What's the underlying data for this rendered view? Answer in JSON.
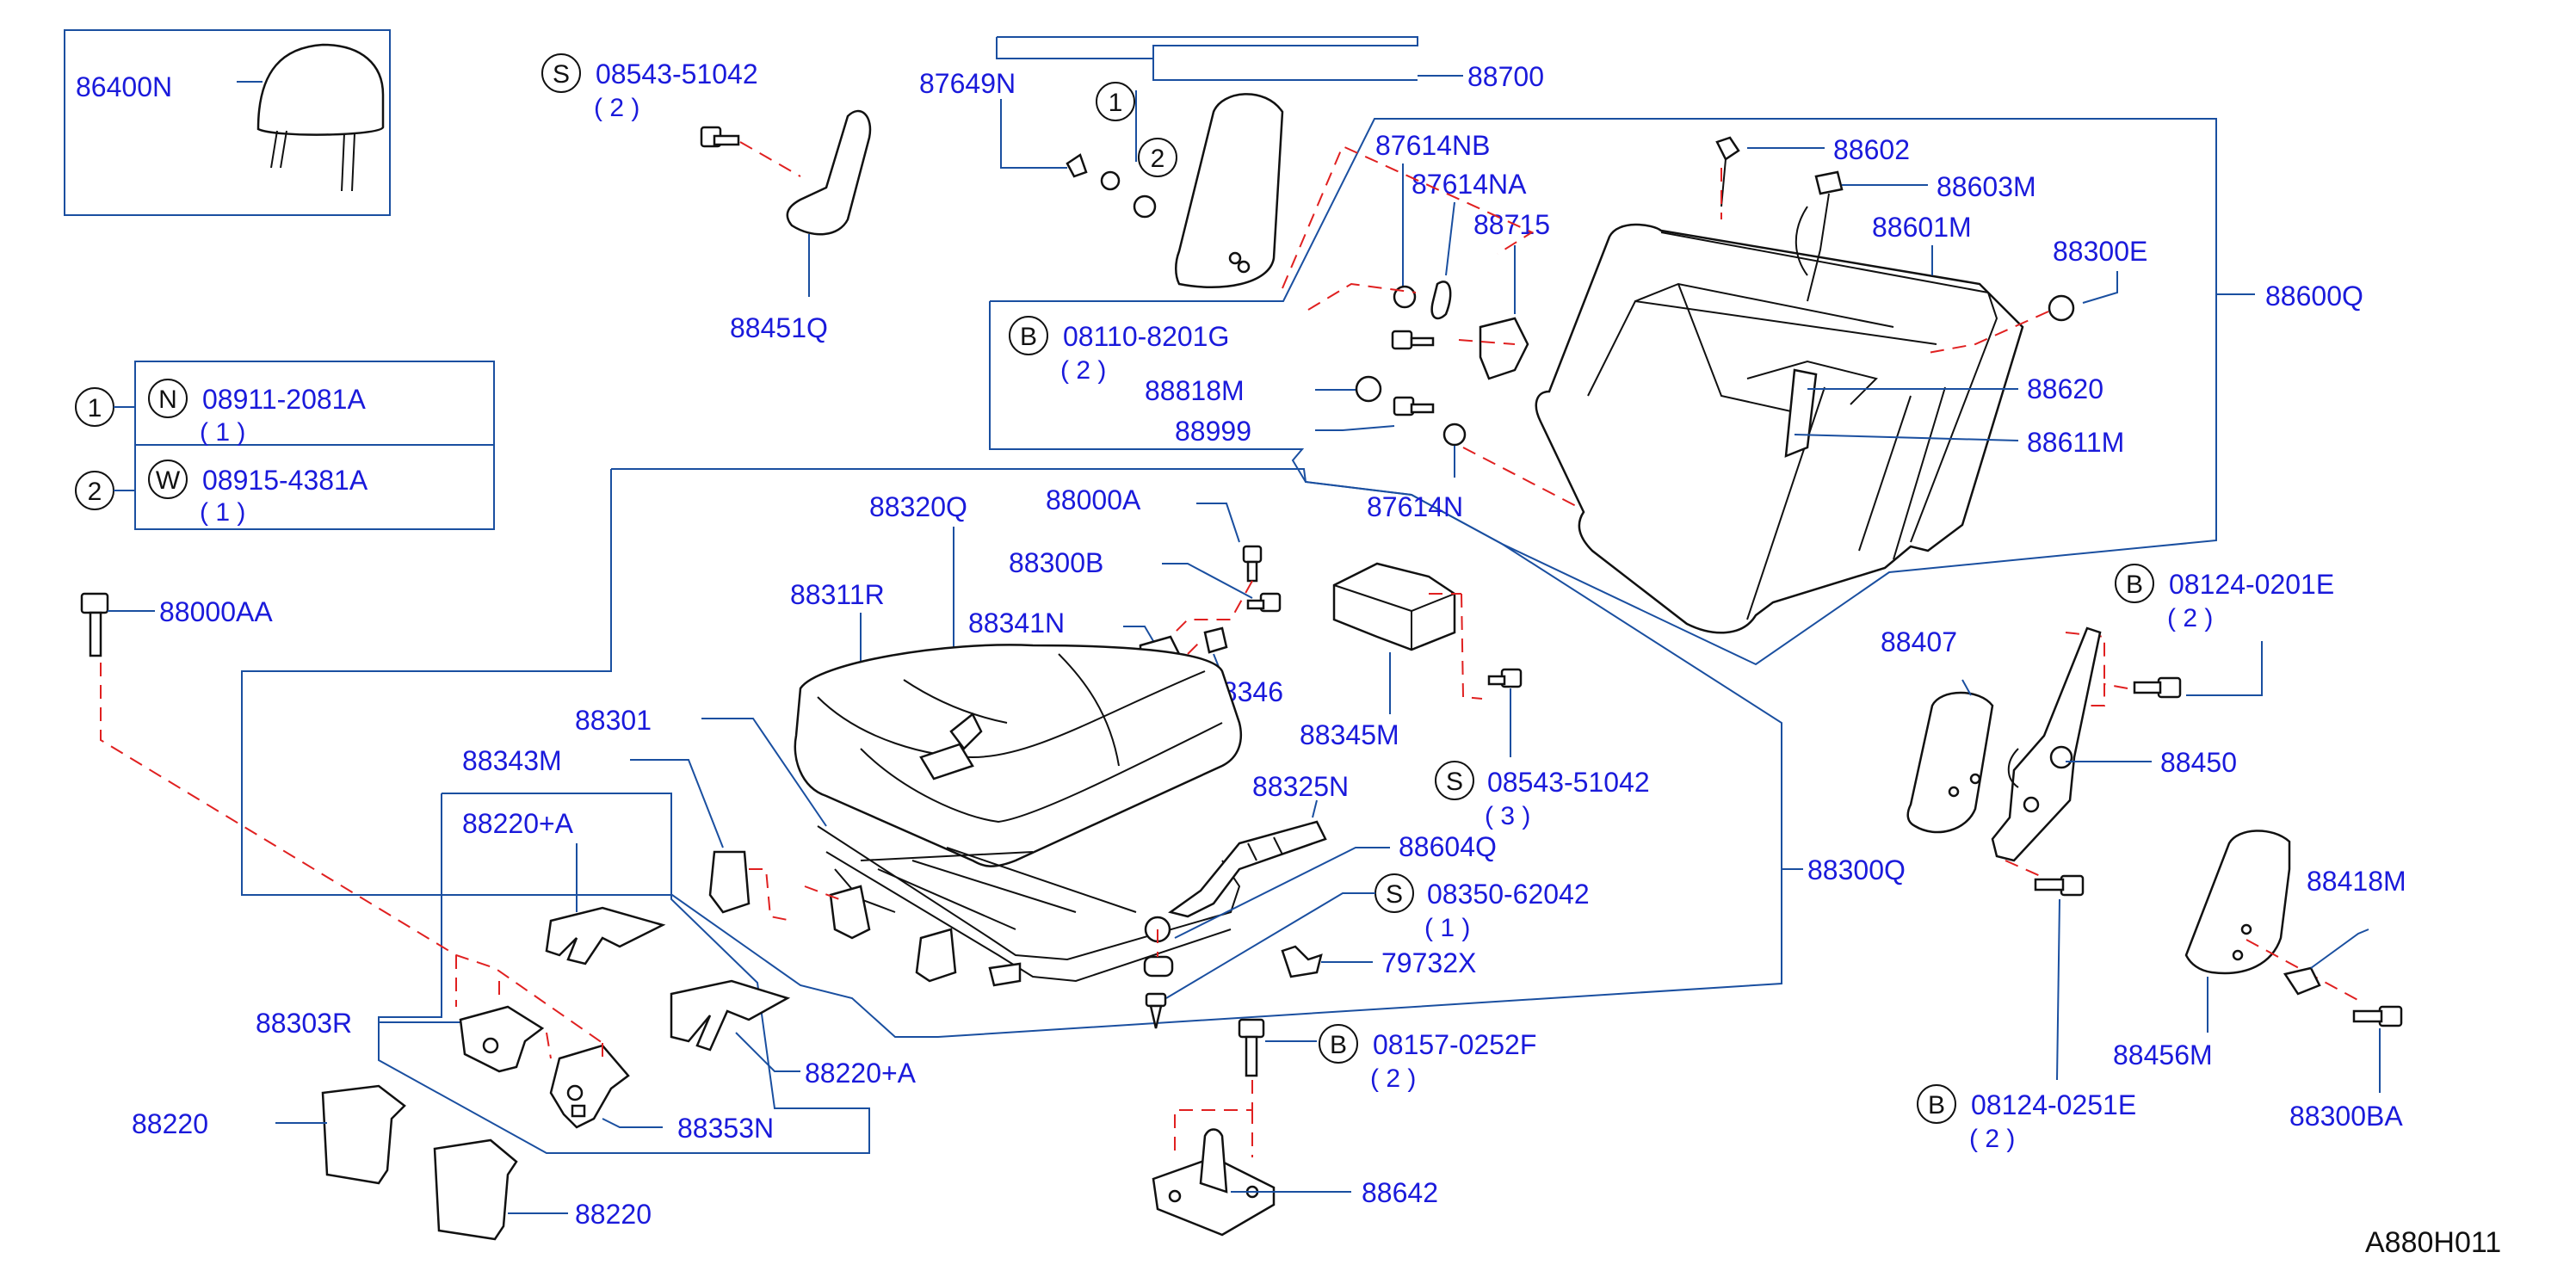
{
  "parts": {
    "p86400N": "86400N",
    "p88451Q": "88451Q",
    "p87649N": "87649N",
    "p88700": "88700",
    "p87614NB": "87614NB",
    "p87614NA": "87614NA",
    "p88715": "88715",
    "p88818M": "88818M",
    "p88999": "88999",
    "p87614N": "87614N",
    "p88602": "88602",
    "p88603M": "88603M",
    "p88601M": "88601M",
    "p88300E": "88300E",
    "p88600Q": "88600Q",
    "p88620": "88620",
    "p88611M": "88611M",
    "p88000AA": "88000AA",
    "p88320Q": "88320Q",
    "p88000A": "88000A",
    "p88300B": "88300B",
    "p88311R": "88311R",
    "p88341N": "88341N",
    "p88346": "88346",
    "p88345M": "88345M",
    "p88301": "88301",
    "p88343M": "88343M",
    "p88325N": "88325N",
    "p88220A_1": "88220+A",
    "p88604Q": "88604Q",
    "p88300Q": "88300Q",
    "p79732X": "79732X",
    "p88303R": "88303R",
    "p88220A_2": "88220+A",
    "p88220_1": "88220",
    "p88353N": "88353N",
    "p88220_2": "88220",
    "p88642": "88642",
    "p88407": "88407",
    "p88450": "88450",
    "p88418M": "88418M",
    "p88456M": "88456M",
    "p88300BA": "88300BA"
  },
  "fasteners": {
    "f1": {
      "symbol": "S",
      "code": "08543-51042",
      "qty": "( 2 )"
    },
    "f2": {
      "symbol": "B",
      "code": "08110-8201G",
      "qty": "( 2 )"
    },
    "f3": {
      "symbol": "B",
      "code": "08124-0201E",
      "qty": "( 2 )"
    },
    "f4": {
      "symbol": "S",
      "code": "08543-51042",
      "qty": "( 3 )"
    },
    "f5": {
      "symbol": "S",
      "code": "08350-62042",
      "qty": "( 1 )"
    },
    "f6": {
      "symbol": "B",
      "code": "08157-0252F",
      "qty": "( 2 )"
    },
    "f7": {
      "symbol": "B",
      "code": "08124-0251E",
      "qty": "( 2 )"
    }
  },
  "legend": {
    "row1": {
      "ref": "1",
      "symbol": "N",
      "code": "08911-2081A",
      "qty": "( 1 )"
    },
    "row2": {
      "ref": "2",
      "symbol": "W",
      "code": "08915-4381A",
      "qty": "( 1 )"
    }
  },
  "callouts": {
    "c1": "1",
    "c2": "2"
  },
  "diagram_code": "A880H011"
}
